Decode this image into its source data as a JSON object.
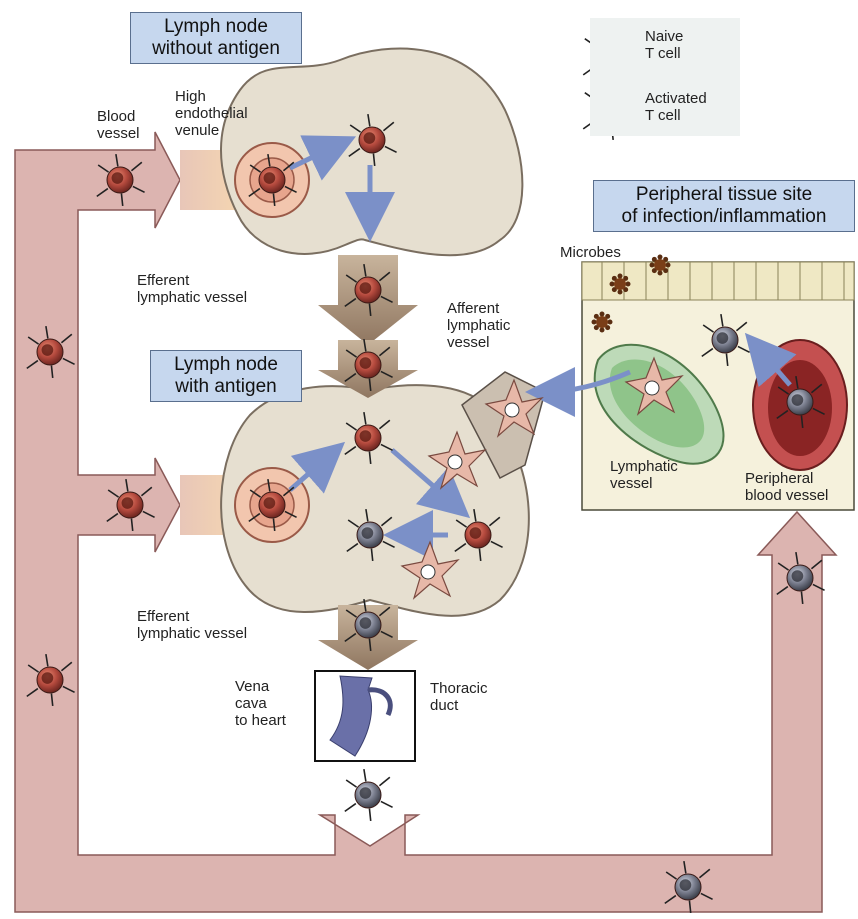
{
  "titles": {
    "node_no_antigen": "Lymph node\nwithout antigen",
    "node_with_antigen": "Lymph node\nwith antigen",
    "peripheral": "Peripheral tissue site\nof infection/inflammation"
  },
  "legend": {
    "naive": "Naive\nT cell",
    "activated": "Activated\nT cell"
  },
  "labels": {
    "blood_vessel": "Blood\nvessel",
    "hev": "High\nendothelial\nvenule",
    "efferent_1": "Efferent\nlymphatic vessel",
    "efferent_2": "Efferent\nlymphatic vessel",
    "afferent": "Afferent\nlymphatic\nvessel",
    "microbes": "Microbes",
    "lymphatic_vessel": "Lymphatic\nvessel",
    "peripheral_blood_vessel": "Peripheral\nblood vessel",
    "vena_cava": "Vena\ncava\nto heart",
    "thoracic_duct": "Thoracic\nduct"
  },
  "colors": {
    "blood_vessel": "#dcb4b0",
    "blood_vessel_stroke": "#8a5a58",
    "lymph_node": "#e6dfd0",
    "lymph_node_stroke": "#7a6e60",
    "efferent_arrow": "#a89078",
    "flow_arrow": "#7b90c8",
    "naive_cell": "#b54a3e",
    "activated_cell": "#6f7280",
    "title_bg": "#c6d7ee"
  }
}
